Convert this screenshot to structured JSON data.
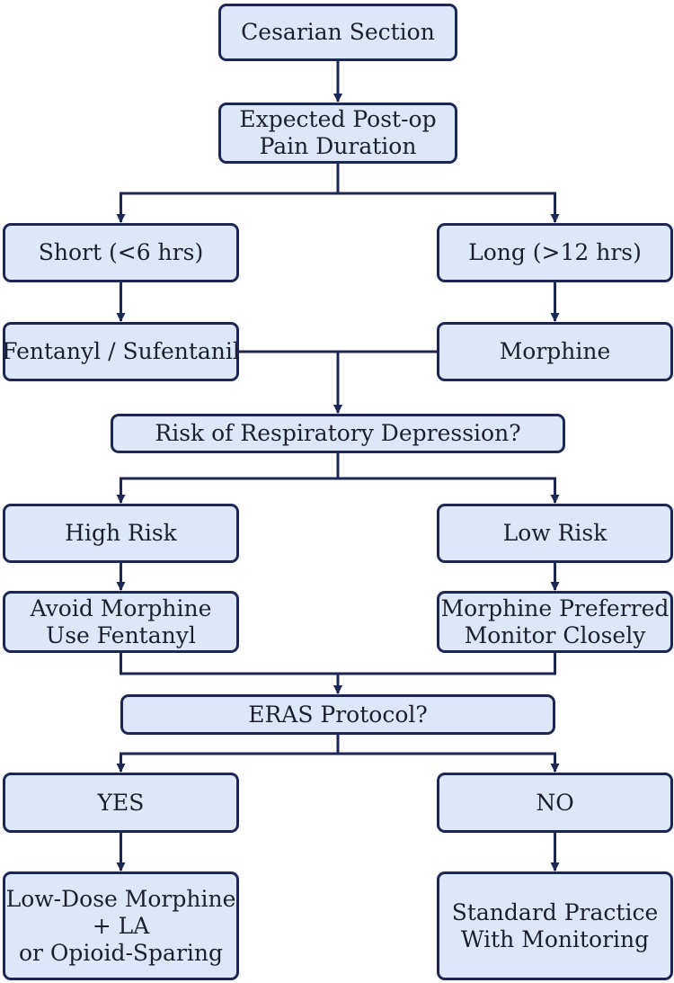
{
  "nodes": {
    "cesarian": [
      "Cesarian Section"
    ],
    "duration": [
      "Expected Post-op",
      "Pain Duration"
    ],
    "short": [
      "Short (<6 hrs)"
    ],
    "long": [
      "Long (>12 hrs)"
    ],
    "fentanyl": [
      "Fentanyl / Sufentanil"
    ],
    "morphine": [
      "Morphine"
    ],
    "resp": [
      "Risk of Respiratory Depression?"
    ],
    "high": [
      "High Risk"
    ],
    "low": [
      "Low Risk"
    ],
    "avoid": [
      "Avoid Morphine",
      "Use Fentanyl"
    ],
    "preferred": [
      "Morphine Preferred",
      "Monitor Closely"
    ],
    "eras": [
      "ERAS Protocol?"
    ],
    "yes": [
      "YES"
    ],
    "no": [
      "NO"
    ],
    "lowdose": [
      "Low-Dose Morphine",
      "+ LA",
      "or Opioid-Sparing"
    ],
    "standard": [
      "Standard Practice",
      "With Monitoring"
    ]
  },
  "edges": [
    [
      "cesarian",
      "duration"
    ],
    [
      "duration",
      "short"
    ],
    [
      "duration",
      "long"
    ],
    [
      "short",
      "fentanyl"
    ],
    [
      "long",
      "morphine"
    ],
    [
      "fentanyl",
      "resp"
    ],
    [
      "morphine",
      "resp"
    ],
    [
      "resp",
      "high"
    ],
    [
      "resp",
      "low"
    ],
    [
      "high",
      "avoid"
    ],
    [
      "low",
      "preferred"
    ],
    [
      "avoid",
      "eras"
    ],
    [
      "preferred",
      "eras"
    ],
    [
      "eras",
      "yes"
    ],
    [
      "eras",
      "no"
    ],
    [
      "yes",
      "lowdose"
    ],
    [
      "no",
      "standard"
    ]
  ],
  "colors": {
    "box_fill": "#dce8fa",
    "box_border": "#1d2753",
    "connector": "#1d2753",
    "text": "#1c1f2e"
  }
}
